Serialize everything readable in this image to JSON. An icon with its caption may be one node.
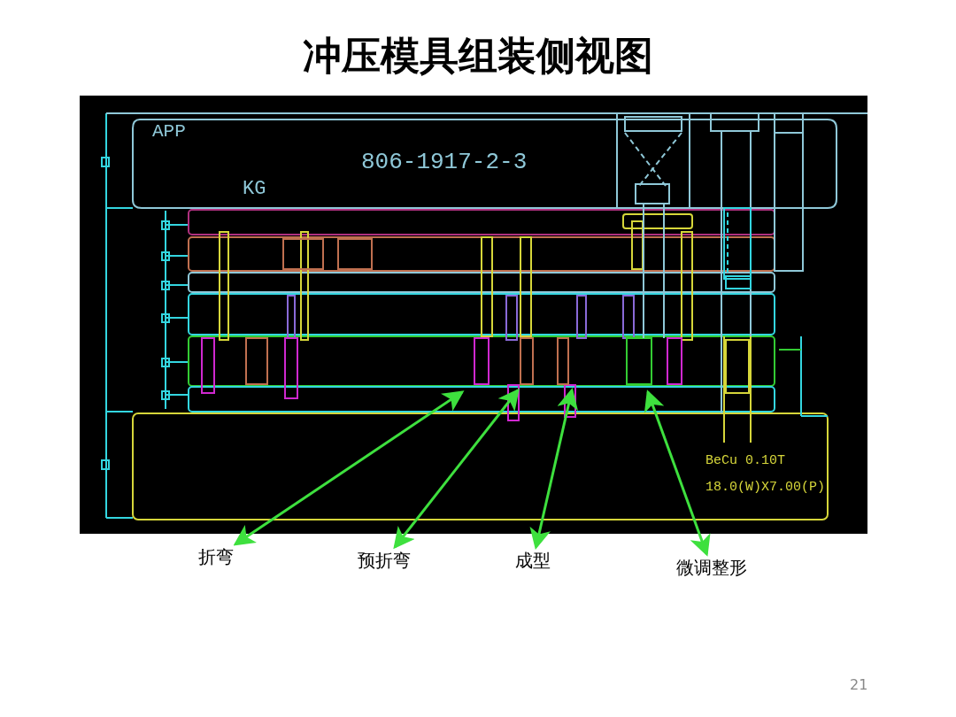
{
  "diagram": {
    "title": "冲压模具组装侧视图",
    "nodes": [
      {
        "text": [
          "折弯"
        ]
      },
      {
        "text": [
          "预折弯"
        ]
      },
      {
        "text": [
          "成型"
        ]
      },
      {
        "text": [
          "微调整形"
        ]
      }
    ],
    "edges": [
      {
        "from": null,
        "to": 0,
        "arrow": "both"
      },
      {
        "from": null,
        "to": 1,
        "arrow": "both"
      },
      {
        "from": null,
        "to": 2,
        "arrow": "both"
      },
      {
        "from": null,
        "to": 3,
        "arrow": "both"
      }
    ],
    "labels": [
      "APP",
      "806-1917-2-3",
      "KG",
      "BeCu 0.10T",
      "18.0(W)X7.00(P)",
      "21"
    ]
  }
}
